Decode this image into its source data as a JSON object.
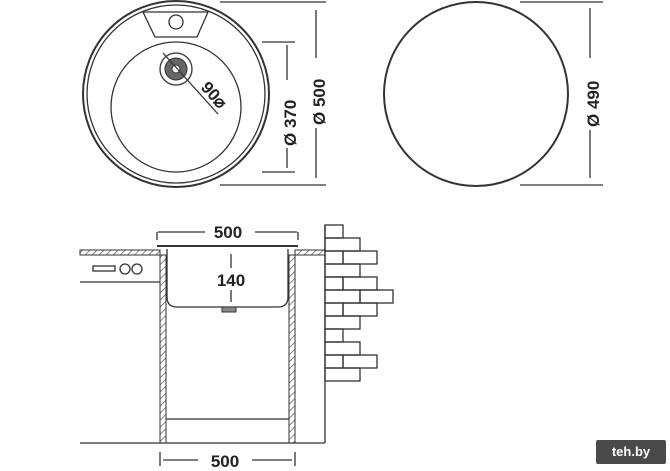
{
  "top_view": {
    "drain_label": "90⌀",
    "bowl_diameter": "Ø 370",
    "outer_diameter": "Ø 500"
  },
  "cutout_view": {
    "cutout_diameter": "Ø 490"
  },
  "side_view": {
    "top_width": "500",
    "depth": "140",
    "cabinet_width": "500"
  },
  "watermark": "teh.by"
}
